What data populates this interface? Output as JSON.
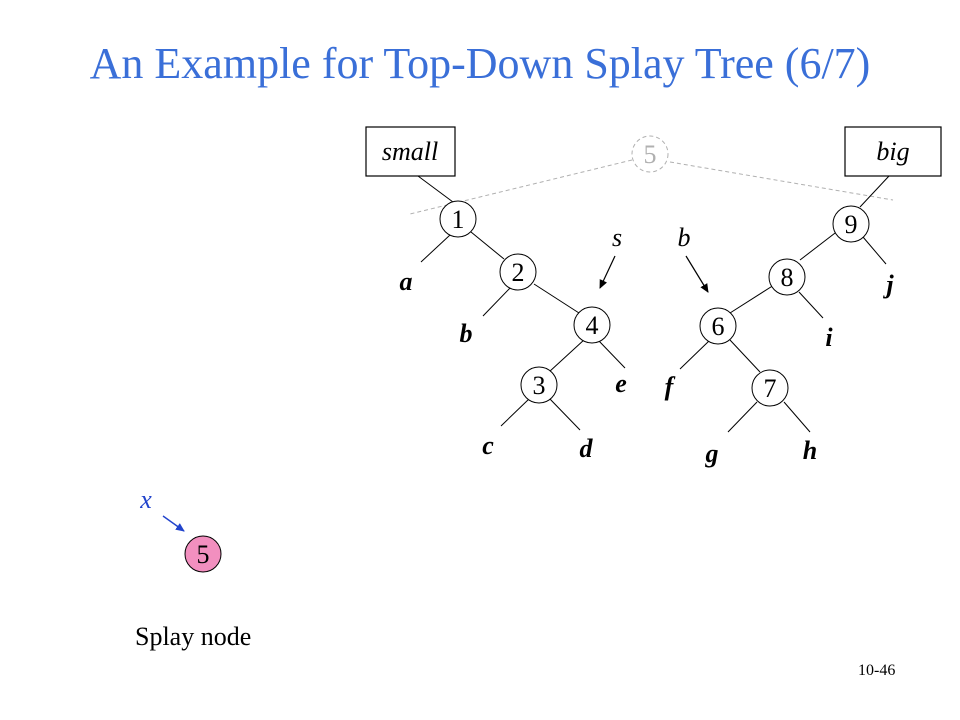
{
  "slide": {
    "title": "An Example for Top-Down Splay Tree (6/7)",
    "page_number": "10-46",
    "caption": "Splay node"
  },
  "diagram": {
    "left_box_label": "small",
    "right_box_label": "big",
    "ghost_node_label": "5",
    "pointer_s_label": "s",
    "pointer_b_label": "b",
    "pointer_x_label": "x",
    "splay_node_label": "5",
    "left_tree_nodes": [
      "1",
      "2",
      "4",
      "3"
    ],
    "left_tree_subtrees": [
      "a",
      "b",
      "e",
      "c",
      "d"
    ],
    "right_tree_nodes": [
      "9",
      "8",
      "6",
      "7"
    ],
    "right_tree_subtrees": [
      "j",
      "i",
      "f",
      "g",
      "h"
    ],
    "colors": {
      "title": "#3a6fd8",
      "splay_node_fill": "#f28fbf",
      "pointer_x_arrow": "#2244cc",
      "ghost": "#b0b0b0"
    }
  }
}
